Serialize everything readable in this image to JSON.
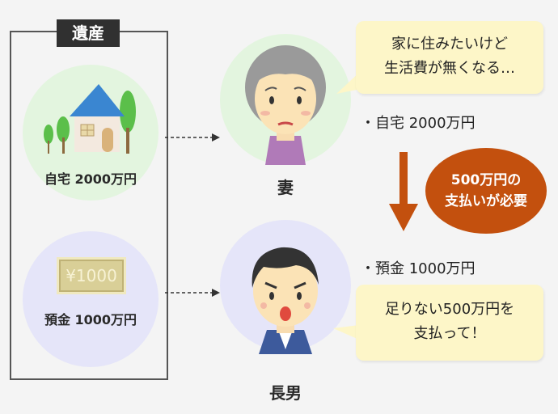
{
  "estate": {
    "title": "遺産",
    "home": {
      "label": "自宅 2000万円"
    },
    "deposit": {
      "label": "預金 1000万円",
      "note_text": "¥1000"
    }
  },
  "wife": {
    "name": "妻",
    "bubble_line1": "家に住みたいけど",
    "bubble_line2": "生活費が無くなる…",
    "inherits": "・自宅 2000万円"
  },
  "son": {
    "name": "長男",
    "bubble_line1": "足りない500万円を",
    "bubble_line2": "支払って！",
    "inherits": "・預金 1000万円"
  },
  "payment": {
    "line1": "500万円の",
    "line2": "支払いが必要"
  },
  "colors": {
    "estate_green": "#e3f5df",
    "estate_purple": "#e5e5f9",
    "bubble": "#fdf6c8",
    "badge": "#c3500e",
    "arrow": "#c3500e"
  }
}
